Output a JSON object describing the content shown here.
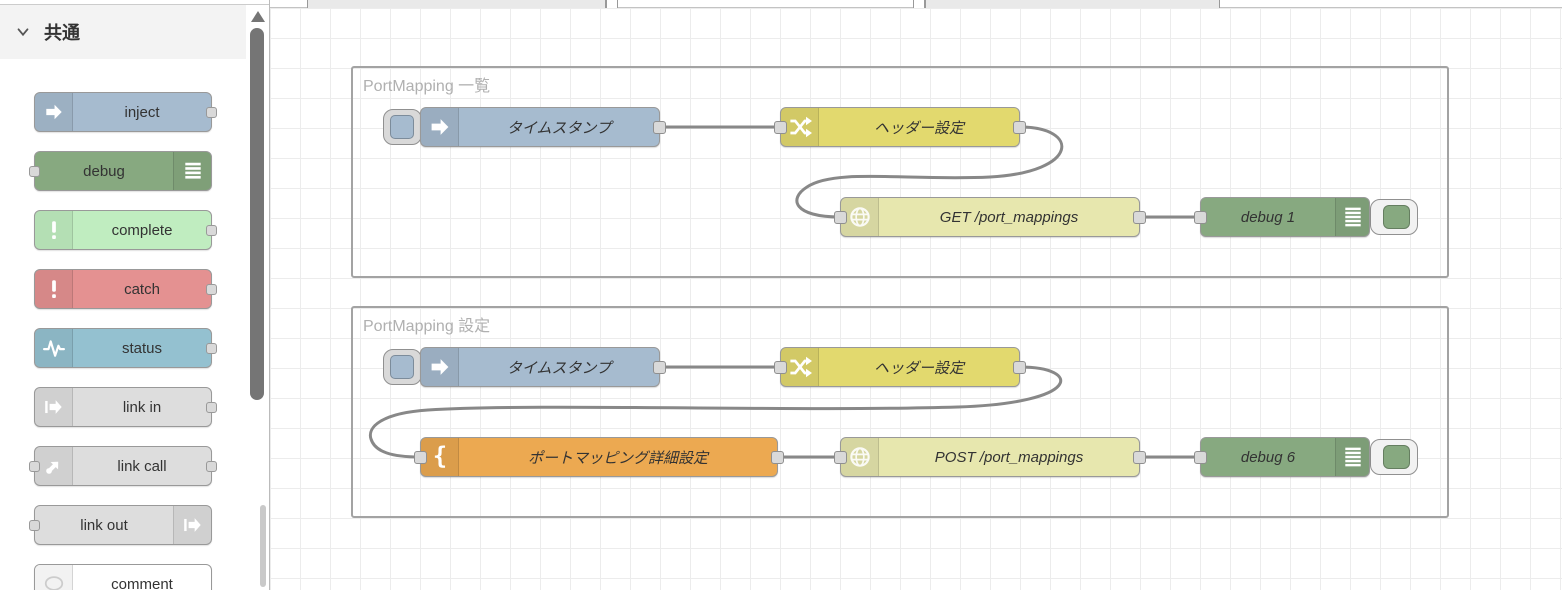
{
  "palette": {
    "category": {
      "label": "共通"
    },
    "items": [
      {
        "label": "inject",
        "color": "#a6bbcf",
        "icon": "arrow-in-icon"
      },
      {
        "label": "debug",
        "color": "#87a980",
        "icon": "list-lines-icon"
      },
      {
        "label": "complete",
        "color": "#c0edc0",
        "icon": "exclamation-icon"
      },
      {
        "label": "catch",
        "color": "#e49191",
        "icon": "exclamation-icon"
      },
      {
        "label": "status",
        "color": "#94c1d0",
        "icon": "pulse-icon"
      },
      {
        "label": "link in",
        "color": "#dddddd",
        "icon": "link-arrow-icon"
      },
      {
        "label": "link call",
        "color": "#dddddd",
        "icon": "link-call-icon"
      },
      {
        "label": "link out",
        "color": "#dddddd",
        "icon": "link-arrow-icon"
      },
      {
        "label": "comment",
        "color": "#ffffff",
        "icon": "speech-bubble-icon"
      }
    ]
  },
  "canvas": {
    "groups": [
      {
        "label": "PortMapping 一覧"
      },
      {
        "label": "PortMapping 設定"
      }
    ],
    "flow1": {
      "inject": "タイムスタンプ",
      "change": "ヘッダー設定",
      "http": "GET /port_mappings",
      "debug": "debug 1"
    },
    "flow2": {
      "inject": "タイムスタンプ",
      "change": "ヘッダー設定",
      "template": "ポートマッピング詳細設定",
      "http": "POST /port_mappings",
      "debug": "debug 6"
    },
    "colors": {
      "inject": "#a6bbcf",
      "change": "#e2d96e",
      "http_request": "#e7e7ae",
      "debug": "#87a980",
      "template": "#eca951",
      "wire": "#888888",
      "group_border": "#a3a3a3",
      "grid_line": "#ececec"
    }
  }
}
